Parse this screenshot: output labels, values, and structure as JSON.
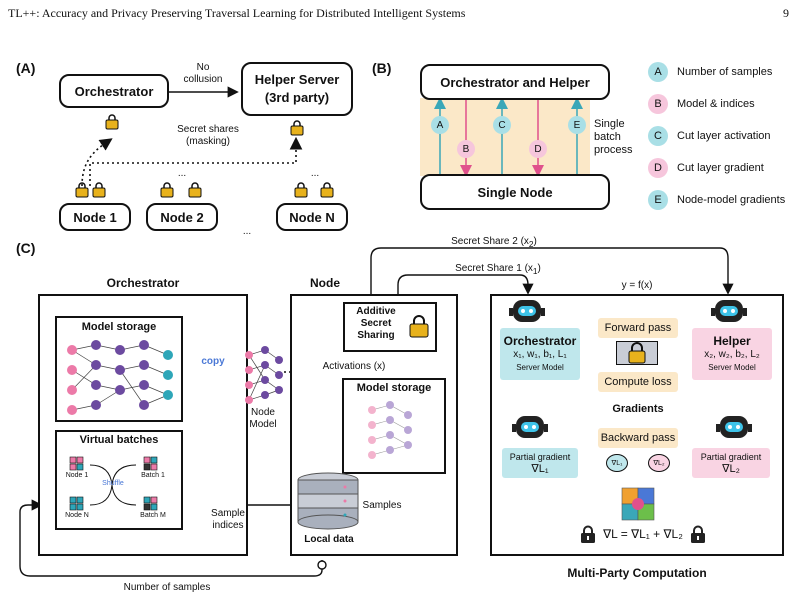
{
  "header": {
    "title": "TL++: Accuracy and Privacy Preserving Traversal Learning for Distributed Intelligent Systems",
    "page_number": "9"
  },
  "panel_a": {
    "label": "(A)",
    "orchestrator": "Orchestrator",
    "helper_line1": "Helper Server",
    "helper_line2": "(3rd party)",
    "no_collusion_line1": "No",
    "no_collusion_line2": "collusion",
    "secret_shares_line1": "Secret shares",
    "secret_shares_line2": "(masking)",
    "nodes": [
      "Node 1",
      "Node 2",
      "Node N"
    ],
    "ellipsis": "..."
  },
  "panel_b": {
    "label": "(B)",
    "top_box": "Orchestrator and Helper",
    "bottom_box": "Single Node",
    "single_batch_line1": "Single",
    "single_batch_line2": "batch",
    "single_batch_line3": "process",
    "letters": [
      "A",
      "B",
      "C",
      "D",
      "E"
    ],
    "legend": [
      {
        "letter": "A",
        "text": "Number of samples"
      },
      {
        "letter": "B",
        "text": "Model & indices"
      },
      {
        "letter": "C",
        "text": "Cut layer activation"
      },
      {
        "letter": "D",
        "text": "Cut layer gradient"
      },
      {
        "letter": "E",
        "text": "Node-model gradients"
      }
    ],
    "colors": {
      "teal": "#a9dfe6",
      "pink": "#f6c6dc",
      "band": "#fbe8c8"
    }
  },
  "panel_c": {
    "label": "(C)",
    "orchestrator_title": "Orchestrator",
    "node_title": "Node",
    "model_storage": "Model storage",
    "virtual_batches": "Virtual batches",
    "node1": "Node 1",
    "nodeN": "Node N",
    "batch1": "Batch 1",
    "batchM": "Batch M",
    "shuffle": "Shuffle",
    "copy": "copy",
    "node_model_line1": "Node",
    "node_model_line2": "Model",
    "additive_line1": "Additive",
    "additive_line2": "Secret",
    "additive_line3": "Sharing",
    "activations": "Activations (x)",
    "node_model_storage": "Model storage",
    "sample_indices_line1": "Sample",
    "sample_indices_line2": "indices",
    "samples": "Samples",
    "local_data": "Local data",
    "number_of_samples": "Number of samples",
    "secret_share_2": "Secret Share 2 (x",
    "secret_share_1": "Secret Share 1 (x",
    "sub2": "2",
    "sub1": "1",
    "close_paren": ")",
    "yfx": "y = f(x)",
    "mpc_title": "Multi-Party Computation",
    "mpc_orchestrator": "Orchestrator",
    "mpc_orch_vars": "x₁, w₁, b₁, L₁",
    "mpc_server_model": "Server Model",
    "mpc_helper": "Helper",
    "mpc_helper_vars": "x₂, w₂, b₂, L₂",
    "forward_pass": "Forward pass",
    "compute_loss": "Compute loss",
    "gradients": "Gradients",
    "backward_pass": "Backward pass",
    "partial_gradient": "Partial gradient",
    "grad_l1": "∇L₁",
    "grad_l2": "∇L₂",
    "small_l1": "∇L₁",
    "small_l2": "∇L₂",
    "final_eq": "∇L = ∇L₁ + ∇L₂"
  }
}
